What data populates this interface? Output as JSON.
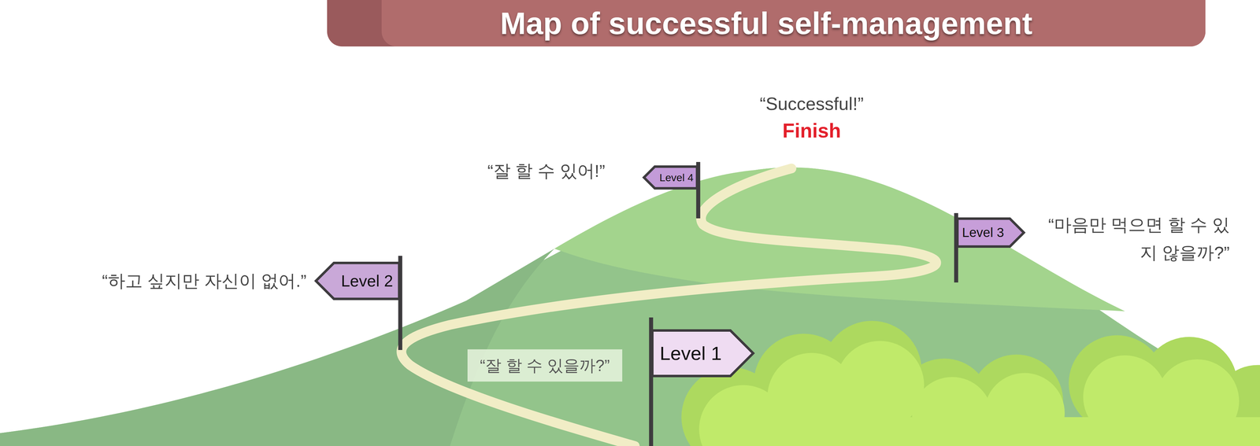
{
  "diagram": {
    "title": "Map of successful self-management",
    "nodes": [
      {
        "text": [
          "Level 4"
        ]
      },
      {
        "text": [
          "Level 3"
        ]
      },
      {
        "text": [
          "Level 2"
        ]
      },
      {
        "text": [
          "Level 1"
        ]
      },
      {
        "text": [
          "“잘 할 수 있을까?”"
        ]
      }
    ],
    "labels": [
      "“Successful!”",
      "Finish",
      "“잘 할 수 있어!”",
      "“마음만 먹으면 할 수 있지 않을까?”",
      "“하고 싶지만 자신이 없어.”"
    ]
  }
}
